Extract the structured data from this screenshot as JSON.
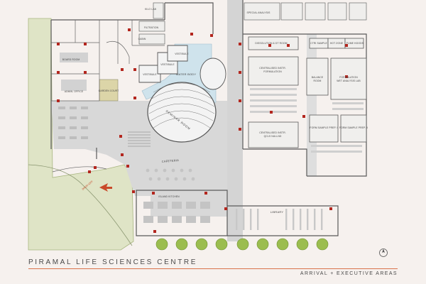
{
  "project": {
    "title": "PIRAMAL LIFE SCIENCES CENTRE",
    "subtitle": "ARRIVAL + EXECUTIVE AREAS"
  },
  "rooms": {
    "kilo_lab": "KILO LAB",
    "filtration": "FILTRATION",
    "special_analysis": "SPECIAL ANALYSIS",
    "cabin": "CABIN",
    "dissolution_dt": "DISSOLUTION & DT ROOM",
    "ctri_sample": "CTRI SAMPLE",
    "hot_zone": "HOT ZONE",
    "fume_hoods": "FUME HOODS",
    "vestibule_1": "VESTIBULE",
    "vestibule_2": "VESTIBULE",
    "vestibule_3": "VESTIBULE",
    "water_body": "WATER BODY",
    "centralised_formulation_1": "CENTRALISED INSTR.",
    "centralised_formulation_2": "FORMULATION",
    "balance_room_1": "BALANCE",
    "balance_room_2": "ROOM",
    "formulation_wet_1": "FORMULATION",
    "formulation_wet_2": "WET ANALYSIS LAB",
    "board_room": "BOARD ROOM",
    "admin_office": "ADMIN. OFFICE",
    "garden_court": "GARDEN COURT",
    "seminar_room": "SEMINAR ROOM",
    "form_sample_prep_1": "FORM SAMPLE PREP. I",
    "form_sample_prep_2": "FORM SAMPLE PREP. II",
    "centralised_qc_1": "CENTRALISED INSTR.",
    "centralised_qc_2": "QCLS NULLND",
    "cafeteria": "CAFETERIA",
    "island_kitchen": "ISLAND KITCHEN",
    "library": "LIBRARY",
    "drop_off": "DROP-OFF"
  },
  "colors": {
    "paper": "#f6f1ee",
    "plaza": "#d8d8d8",
    "landscape": "#dfe4c6",
    "landscape_edge": "#a9b681",
    "water": "#cfe3ec",
    "garden_court": "#dcd5a8",
    "wall": "#5a5a5a",
    "column": "#b3261e",
    "tree": "#9bbd4f",
    "accent_rule": "#d9734b"
  },
  "icons": {
    "north_arrow": "north-arrow-icon",
    "drop_off_arrow": "drop-off-arrow-icon"
  }
}
